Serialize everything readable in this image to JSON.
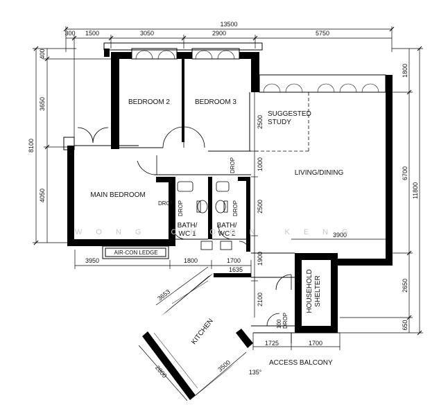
{
  "dimensions": {
    "top_total": "13500",
    "top_segments": [
      "300",
      "1500",
      "3050",
      "2900",
      "5750"
    ],
    "left_outer": "8100",
    "left_segments": [
      "400",
      "3650",
      "4050"
    ],
    "middle_vertical": [
      "2500",
      "1000",
      "2500",
      "1900",
      "2100"
    ],
    "right_segments": [
      "1800",
      "6700",
      "2650",
      "650"
    ],
    "right_total": "11800",
    "bottom_left": [
      "3950",
      "1800",
      "1700"
    ],
    "bottom_1635": "1635",
    "living_width": "3900",
    "kitchen_top": "3653",
    "kitchen_left": "2800",
    "kitchen_bottom": "3500",
    "balcony_bottom": [
      "1725",
      "1700"
    ],
    "angle": "135°"
  },
  "rooms": {
    "bedroom2": "BEDROOM 2",
    "bedroom3": "BEDROOM 3",
    "study_line1": "SUGGESTED",
    "study_line2": "STUDY",
    "living": "LIVING/DINING",
    "main_bedroom": "MAIN BEDROOM",
    "bath1_line1": "BATH/",
    "bath1_line2": "WC 1",
    "bath2_line1": "BATH/",
    "bath2_line2": "WC 2",
    "aircon": "AIR-CON LEDGE",
    "shelter_line1": "HOUSEHOLD",
    "shelter_line2": "SHELTER",
    "kitchen": "KITCHEN",
    "balcony": "ACCESS BALCONY"
  },
  "drops": {
    "label": "DROP",
    "label_100": "100"
  },
  "watermark": "WONG CHOON KENG"
}
